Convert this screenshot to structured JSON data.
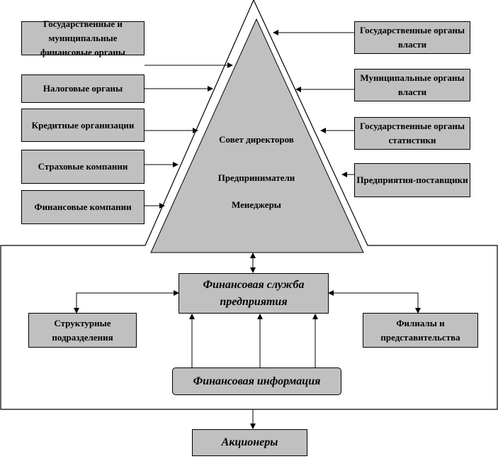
{
  "left_sources": [
    "Государственные и муниципальные финансовые органы",
    "Налоговые органы",
    "Кредитные организации",
    "Страховые компании",
    "Финансовые компании"
  ],
  "right_sources": [
    "Государственные органы власти",
    "Муниципальные органы власти",
    "Государственные органы статистики",
    "Предприятия-поставщики"
  ],
  "pyramid": {
    "board": "Совет директоров",
    "entrepreneurs": "Предприниматели",
    "managers": "Менеджеры"
  },
  "enterprise": {
    "finance_service": "Финансовая служба предприятия",
    "structural_units": "Структурные подразделения",
    "branches": "Филиалы и представительства",
    "financial_info": "Финансовая информация"
  },
  "shareholders": "Акционеры",
  "colors": {
    "box_fill": "#c0c0c0",
    "line": "#000000"
  }
}
